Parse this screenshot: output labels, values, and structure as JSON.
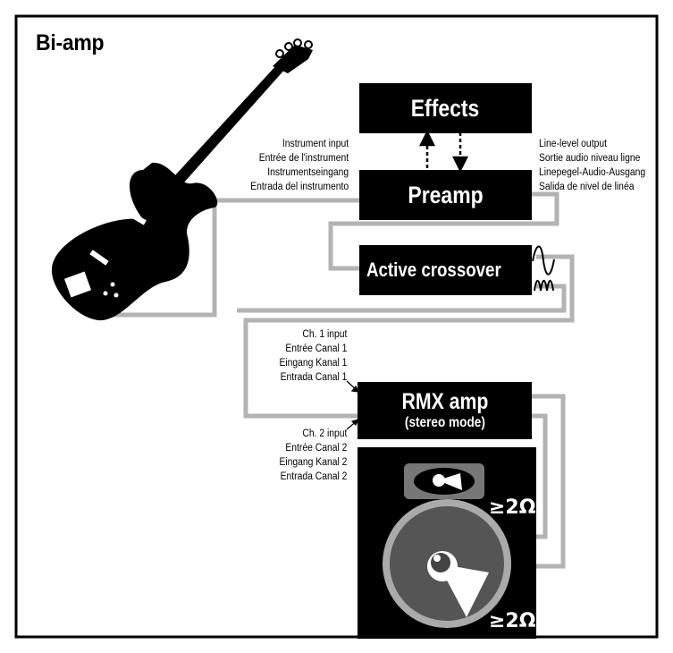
{
  "title": "Bi-amp",
  "boxes": {
    "effects": "Effects",
    "preamp": "Preamp",
    "crossover": "Active crossover",
    "amp_title": "RMX amp",
    "amp_subtitle": "(stereo mode)"
  },
  "labels": {
    "instrument_input": [
      "Instrument input",
      "Entrée de l'instrument",
      "Instrumentseingang",
      "Entrada del instrumento"
    ],
    "line_output": [
      "Line-level output",
      "Sortie audio niveau ligne",
      "Linepegel-Audio-Ausgang",
      "Salida de nivel de linéa"
    ],
    "ch1_input": [
      "Ch. 1 input",
      "Entrée Canal 1",
      "Eingang Kanal 1",
      "Entrada Canal 1"
    ],
    "ch2_input": [
      "Ch. 2 input",
      "Entrée Canal 2",
      "Eingang Kanal 2",
      "Entrada Canal 2"
    ]
  },
  "impedance": {
    "tweeter": "≥2Ω",
    "woofer": "≥2Ω"
  },
  "colors": {
    "cable": "#b3b3b3",
    "device": "#000000",
    "speaker_face": "#555555"
  },
  "icons": [
    "bass-guitar-icon",
    "high-pass-icon",
    "low-pass-icon",
    "tweeter-icon",
    "woofer-icon"
  ]
}
